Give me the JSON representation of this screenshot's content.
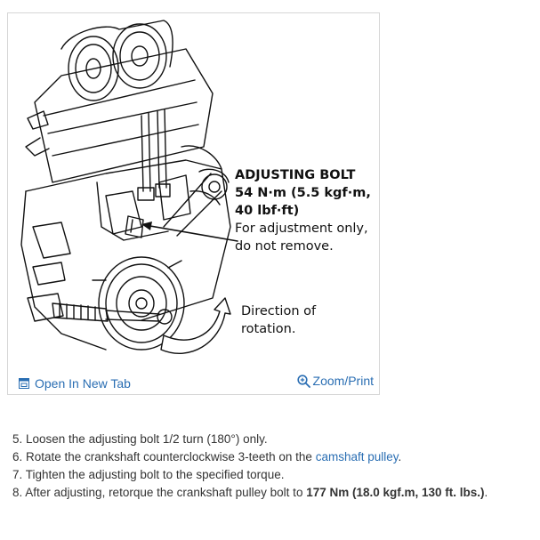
{
  "diagram": {
    "bolt_title": "ADJUSTING BOLT",
    "torque_line1": "54 N·m (5.5 kgf·m,",
    "torque_line2": "40 lbf·ft)",
    "note_line1": "For adjustment only,",
    "note_line2": "do not remove.",
    "direction_line1": "Direction of",
    "direction_line2": "rotation."
  },
  "footer": {
    "open_tab_label": "Open In New Tab",
    "zoom_label": "Zoom/Print",
    "link_color": "#2a6eb3"
  },
  "steps": [
    {
      "text": "5. Loosen the adjusting bolt 1/2 turn (180°) only."
    },
    {
      "before": "6. Rotate the crankshaft counterclockwise 3-teeth on the ",
      "link": "camshaft pulley",
      "after": "."
    },
    {
      "text": "7. Tighten the adjusting bolt to the specified torque."
    },
    {
      "before": "8. After adjusting, retorque the crankshaft pulley bolt to ",
      "bold": "177 Nm (18.0 kgf.m, 130 ft. lbs.)",
      "after": "."
    }
  ]
}
